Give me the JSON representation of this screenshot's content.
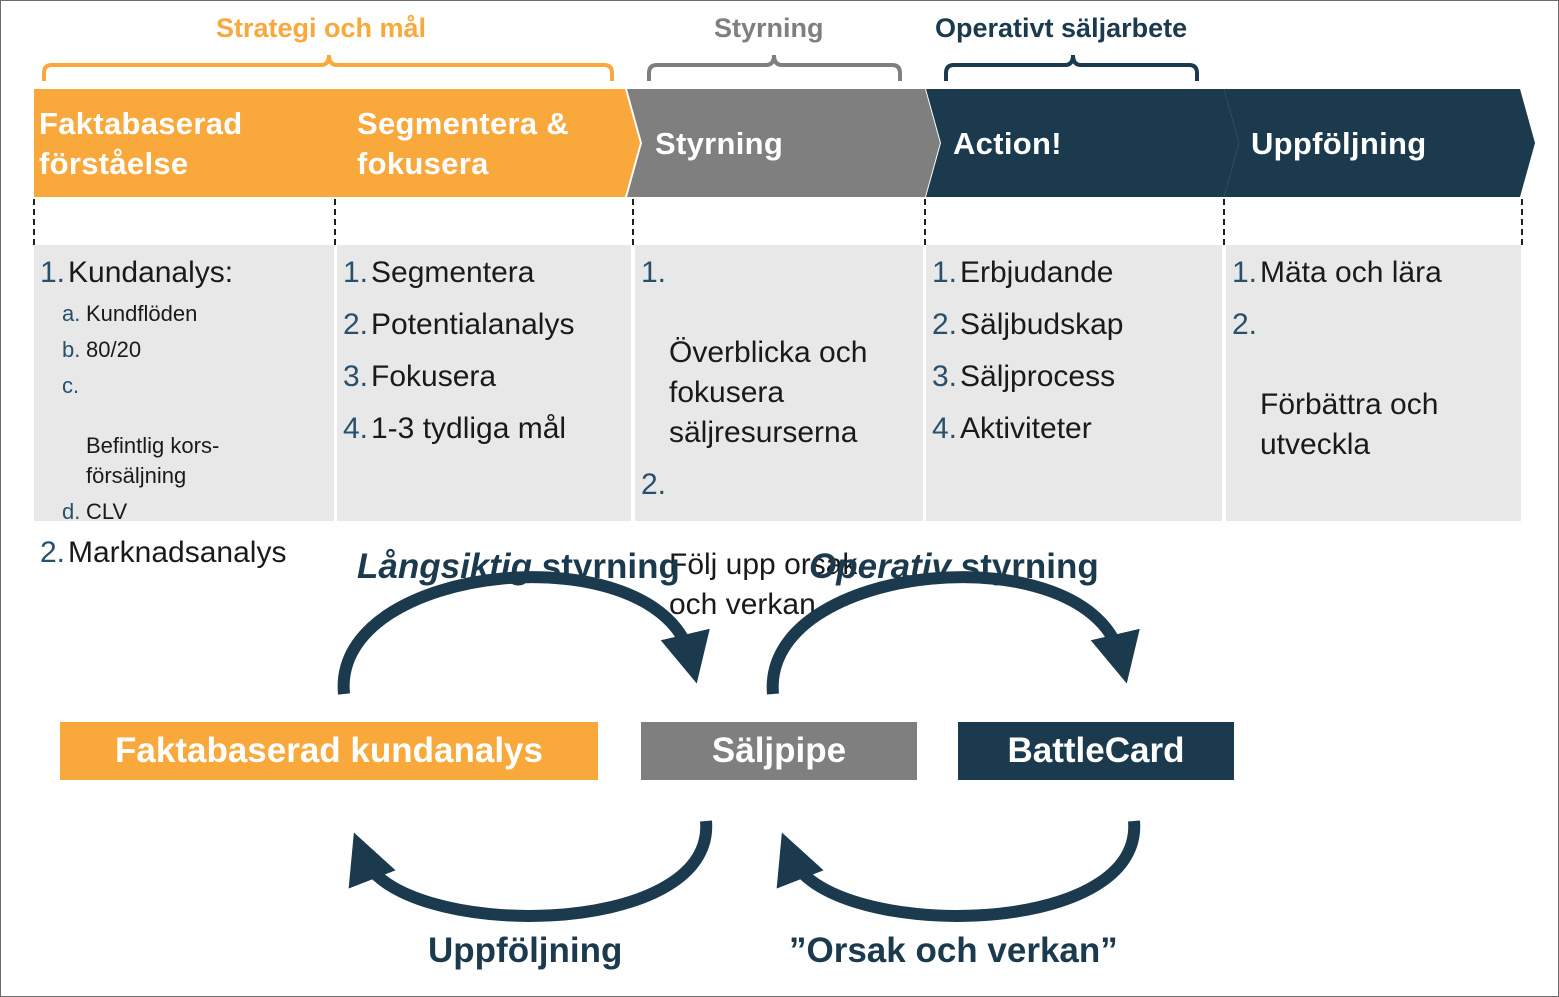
{
  "colors": {
    "orange": "#f9a83b",
    "gray": "#7f7f7f",
    "navy": "#1b3a4e",
    "panel": "#e8e8e8",
    "number": "#29506a"
  },
  "groups": [
    {
      "label": "Strategi och mål",
      "color": "#f9a83b"
    },
    {
      "label": "Styrning",
      "color": "#7f7f7f"
    },
    {
      "label": "Operativt säljarbete",
      "color": "#1b3a4e"
    }
  ],
  "phases": [
    {
      "title": "Faktabaserad\nförståelse",
      "color": "#f9a83b"
    },
    {
      "title": "Segmentera &\nfokusera",
      "color": "#f9a83b"
    },
    {
      "title": "Styrning",
      "color": "#7f7f7f"
    },
    {
      "title": "Action!",
      "color": "#1b3a4e"
    },
    {
      "title": "Uppföljning",
      "color": "#1b3a4e"
    }
  ],
  "columns": [
    {
      "items": [
        {
          "num": "1.",
          "text": "Kundanalys:"
        },
        {
          "num": "a.",
          "text": "Kundflöden"
        },
        {
          "num": "b.",
          "text": "80/20"
        },
        {
          "num": "c.",
          "text": "Befintlig kors-\nförsäljning"
        },
        {
          "num": "d.",
          "text": "CLV"
        },
        {
          "num": "2.",
          "text": "Marknadsanalys"
        }
      ]
    },
    {
      "items": [
        {
          "num": "1.",
          "text": "Segmentera"
        },
        {
          "num": "2.",
          "text": "Potentialanalys"
        },
        {
          "num": "3.",
          "text": "Fokusera"
        },
        {
          "num": "4.",
          "text": "1-3 tydliga mål"
        }
      ]
    },
    {
      "items": [
        {
          "num": "1.",
          "text": "Överblicka och\nfokusera\nsäljresurserna"
        },
        {
          "num": "2.",
          "text": "Följ upp orsak\noch verkan"
        }
      ]
    },
    {
      "items": [
        {
          "num": "1.",
          "text": "Erbjudande"
        },
        {
          "num": "2.",
          "text": "Säljbudskap"
        },
        {
          "num": "3.",
          "text": "Säljprocess"
        },
        {
          "num": "4.",
          "text": "Aktiviteter"
        }
      ]
    },
    {
      "items": [
        {
          "num": "1.",
          "text": "Mäta och lära"
        },
        {
          "num": "2.",
          "text": "Förbättra och\nutveckla"
        }
      ]
    }
  ],
  "flow": {
    "top_left": {
      "italic": "Långsiktig",
      "rest": " styrning"
    },
    "top_right": {
      "italic": "Operativ",
      "rest": " styrning"
    },
    "bottom_left": "Uppföljning",
    "bottom_right": "”Orsak och verkan”",
    "boxes": [
      {
        "label": "Faktabaserad kundanalys",
        "color": "#f9a83b"
      },
      {
        "label": "Säljpipe",
        "color": "#7f7f7f"
      },
      {
        "label": "BattleCard",
        "color": "#1b3a4e"
      }
    ]
  }
}
